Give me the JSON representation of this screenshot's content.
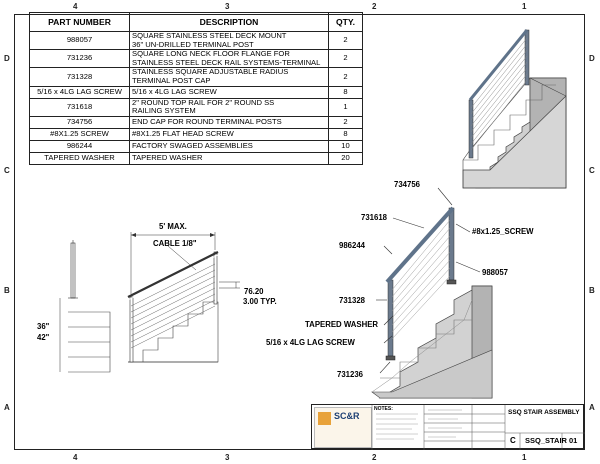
{
  "bom": {
    "headers": {
      "part": "PART NUMBER",
      "description": "DESCRIPTION",
      "qty": "QTY."
    },
    "rows": [
      {
        "part": "988057",
        "desc1": "SQUARE STAINLESS STEEL DECK MOUNT",
        "desc2": "36\" UN-DRILLED TERMINAL POST",
        "qty": "2"
      },
      {
        "part": "731236",
        "desc1": "SQUARE LONG NECK FLOOR FLANGE FOR",
        "desc2": "STAINLESS STEEL DECK RAIL SYSTEMS-TERMINAL",
        "qty": "2"
      },
      {
        "part": "731328",
        "desc1": "STAINLESS SQUARE ADJUSTABLE RADIUS",
        "desc2": "TERMINAL POST CAP",
        "qty": "2"
      },
      {
        "part": "5/16 x 4LG LAG SCREW",
        "desc1": "5/16 x 4LG LAG SCREW",
        "desc2": "",
        "qty": "8"
      },
      {
        "part": "731618",
        "desc1": "2\" ROUND TOP RAIL FOR 2\" ROUND SS",
        "desc2": "RAILING SYSTEM",
        "qty": "1"
      },
      {
        "part": "734756",
        "desc1": "END CAP FOR ROUND TERMINAL POSTS",
        "desc2": "",
        "qty": "2"
      },
      {
        "part": "#8X1.25 SCREW",
        "desc1": "#8X1.25 FLAT HEAD SCREW",
        "desc2": "",
        "qty": "8"
      },
      {
        "part": "986244",
        "desc1": "FACTORY SWAGED ASSEMBLIES",
        "desc2": "",
        "qty": "10"
      },
      {
        "part": "TAPERED WASHER",
        "desc1": "TAPERED WASHER",
        "desc2": "",
        "qty": "20"
      }
    ]
  },
  "zones": {
    "top": [
      "4",
      "3",
      "2",
      "1"
    ],
    "side": [
      "D",
      "C",
      "B",
      "A"
    ]
  },
  "callouts": {
    "c734756": "734756",
    "c731618": "731618",
    "screw": "#8x1.25_SCREW",
    "c986244": "986244",
    "c988057": "988057",
    "c731328": "731328",
    "washer": "TAPERED WASHER",
    "lag": "5/16 x 4LG LAG SCREW",
    "c731236": "731236"
  },
  "dims": {
    "max": "5' MAX.",
    "cable": "CABLE 1/8\"",
    "spacing_mm": "76.20",
    "spacing_in": "3.00  TYP.",
    "h36": "36\"",
    "h42": "42\""
  },
  "titleblock": {
    "company": "SC&R",
    "notes_title": "NOTES:",
    "title": "SSQ STAIR ASSEMBLY",
    "size": "C",
    "dwg": "SSQ_STAIR",
    "rev": "01"
  },
  "colors": {
    "post": "#6b7a8d",
    "rail": "#5f738a",
    "stair_top": "#e4e4e4",
    "stair_front": "#cfcfcf",
    "stair_side": "#b3b3b3"
  }
}
